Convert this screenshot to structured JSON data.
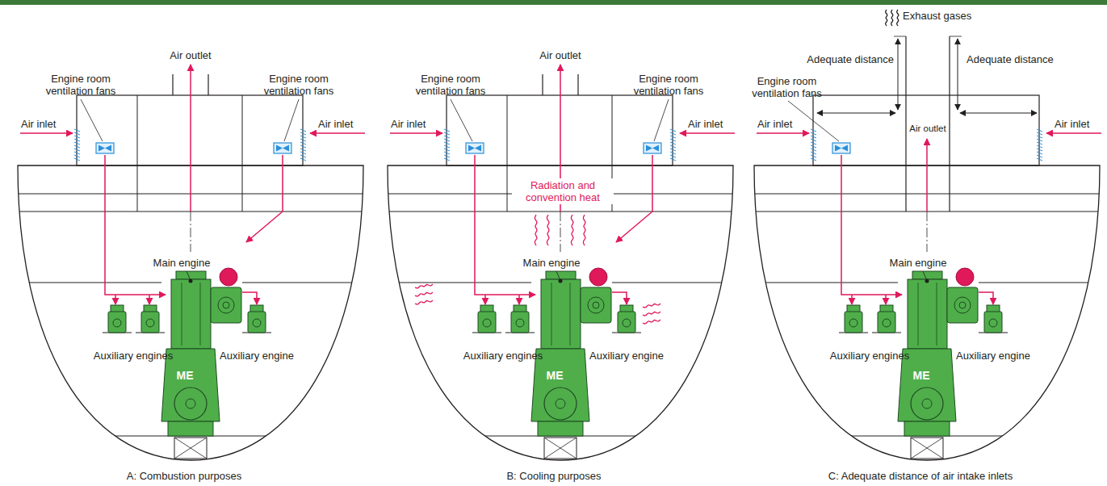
{
  "diagram": {
    "labels": [
      "Engine room ventilation fans",
      "Air outlet",
      "Engine room ventilation fans",
      "Air inlet",
      "Air inlet",
      "Main engine",
      "ME",
      "Auxiliary engines",
      "Auxiliary engine",
      "A: Combustion purposes",
      "Engine room ventilation fans",
      "Air outlet",
      "Engine room ventilation fans",
      "Air inlet",
      "Air inlet",
      "Radiation and convention heat",
      "Main engine",
      "ME",
      "Auxiliary engines",
      "Auxiliary engine",
      "B: Cooling purposes",
      "Exhaust gases",
      "Adequate distance",
      "Adequate distance",
      "Engine room ventilation fans",
      "Air inlet",
      "Air outlet",
      "Air inlet",
      "Main engine",
      "ME",
      "Auxiliary engines",
      "Auxiliary engine",
      "C: Adequate distance of air intake inlets"
    ]
  }
}
